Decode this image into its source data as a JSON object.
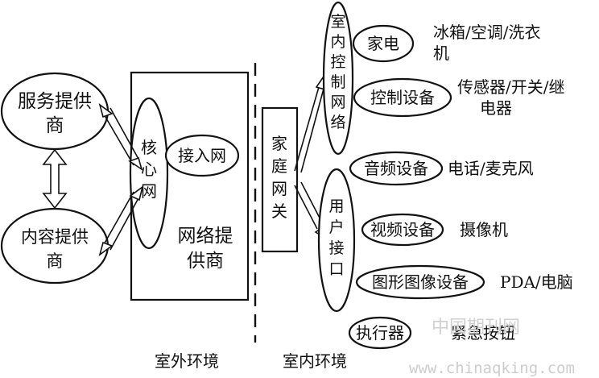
{
  "left": {
    "service_provider": [
      "服务提供",
      "商"
    ],
    "content_provider": [
      "内容提供",
      "商"
    ],
    "core_network": [
      "核",
      "心",
      "网"
    ],
    "access_network": "接入网",
    "network_provider": [
      "网络提",
      "供商"
    ]
  },
  "gateway": [
    "家",
    "庭",
    "网",
    "关"
  ],
  "indoor_control_network": [
    "室",
    "内",
    "控",
    "制",
    "网",
    "络"
  ],
  "user_interface": [
    "用",
    "户",
    "接",
    "口"
  ],
  "devices": {
    "appliance": {
      "label": "家电",
      "examples": [
        "冰箱/空调/洗衣",
        "机"
      ]
    },
    "control_device": {
      "label": "控制设备",
      "examples": [
        "传感器/开关/继",
        "电器"
      ]
    },
    "audio_device": {
      "label": "音频设备",
      "examples": "电话/麦克风"
    },
    "video_device": {
      "label": "视频设备",
      "examples": "摄像机"
    },
    "graphics_device": {
      "label": "图形图像设备",
      "examples": "PDA/电脑"
    },
    "actuator": {
      "label": "执行器",
      "examples": "紧急按钮"
    }
  },
  "footer": {
    "outdoor": "室外环境",
    "indoor": "室内环境"
  },
  "watermark": {
    "cn": "中国期刊网",
    "url": "www.chinaqking.com"
  },
  "colors": {
    "stroke": "#111111",
    "background": "#ffffff",
    "watermark": "#c8c8c8"
  }
}
